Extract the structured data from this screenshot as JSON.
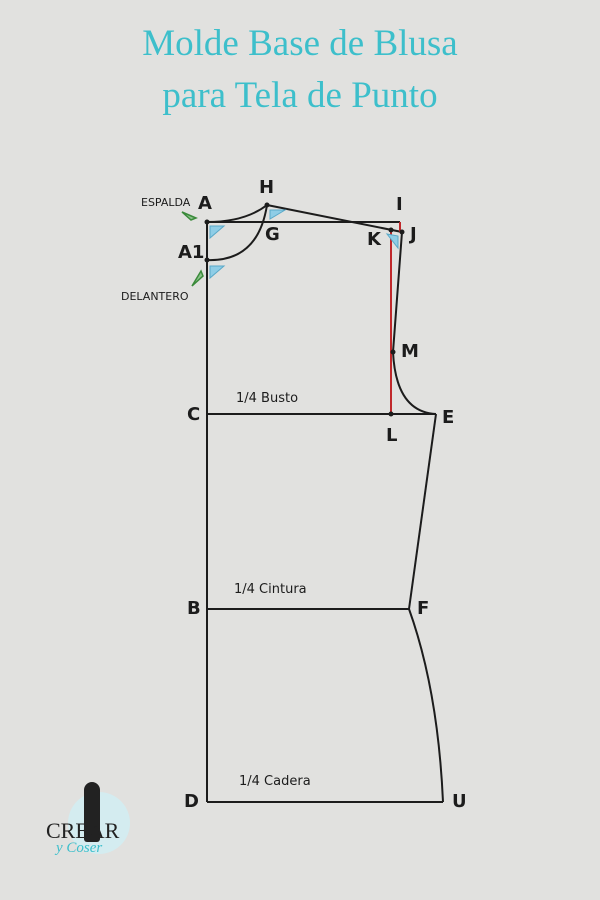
{
  "title": {
    "line1": "Molde Base de Blusa",
    "line2": "para Tela de Punto"
  },
  "points": {
    "A": "A",
    "A1": "A1",
    "H": "H",
    "G": "G",
    "I": "I",
    "J": "J",
    "K": "K",
    "M": "M",
    "C": "C",
    "L": "L",
    "E": "E",
    "B": "B",
    "F": "F",
    "D": "D",
    "U": "U"
  },
  "annotations": {
    "espalda": "ESPALDA",
    "delantero": "DELANTERO"
  },
  "measures": {
    "busto": "1/4 Busto",
    "cintura": "1/4 Cintura",
    "cadera": "1/4 Cadera"
  },
  "logo": {
    "text1": "CREAR",
    "text2": "y Coser"
  },
  "colors": {
    "title": "#3dbfcb",
    "lines": "#1c1c1c",
    "guide": "#c0282b",
    "square": "#8fcde6"
  }
}
